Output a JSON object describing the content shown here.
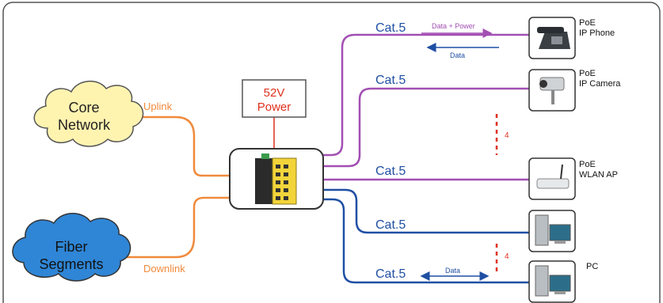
{
  "power": {
    "line1": "52V",
    "line2": "Power"
  },
  "clouds": {
    "core": {
      "line1": "Core",
      "line2": "Network"
    },
    "fiber": {
      "line1": "Fiber",
      "line2": "Segments"
    }
  },
  "links": {
    "uplink": "Uplink",
    "downlink": "Downlink"
  },
  "cables": {
    "phone": "Cat.5",
    "camera": "Cat.5",
    "ap": "Cat.5",
    "pc1": "Cat.5",
    "pc2": "Cat.5"
  },
  "arrows": {
    "data_power": "Data + Power",
    "data_back": "Data",
    "data_pc": "Data"
  },
  "devices": {
    "phone": {
      "line1": "PoE",
      "line2": "IP Phone"
    },
    "camera": {
      "line1": "PoE",
      "line2": "IP Camera"
    },
    "ap": {
      "line1": "PoE",
      "line2": "WLAN AP"
    },
    "pc": {
      "line1": "PC"
    }
  },
  "counts": {
    "poe": "4",
    "pc": "4"
  },
  "colors": {
    "purple": "#a24fb3",
    "blue": "#1f4fa3",
    "orange": "#f08a3c",
    "red": "#e0301e",
    "core_cloud": "#fff3b0",
    "fiber_cloud": "#2f86d6"
  }
}
